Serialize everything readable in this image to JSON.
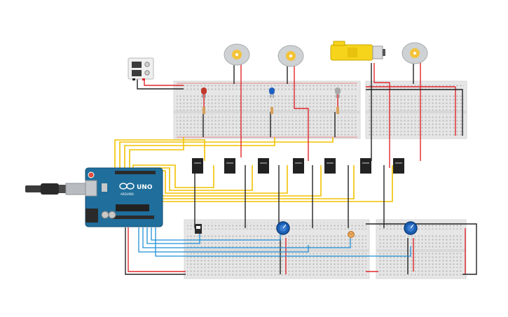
{
  "circuit": {
    "arduino": {
      "logo_text": "UNO",
      "brand_text": "ARDUINO"
    },
    "components": {
      "dc_motors": 3,
      "gear_motor": 1,
      "relays": 7,
      "leds": [
        "red",
        "blue",
        "gray"
      ],
      "potentiometers": 2,
      "breadboards": 4,
      "power_supply": 1,
      "dip_switch": 1,
      "photoresistor": 1
    },
    "colors": {
      "wire_red": "#e0272b",
      "wire_black": "#222222",
      "wire_yellow": "#f2c200",
      "wire_blue": "#1f8fd6",
      "arduino_board": "#1f6e9c",
      "breadboard": "#e8e8e8",
      "motor_body": "#cfd2d4",
      "motor_rotor": "#f3c33a",
      "gear_motor_body": "#f6d41c",
      "relay": "#222222",
      "pot_knob": "#1b5fb4"
    }
  }
}
